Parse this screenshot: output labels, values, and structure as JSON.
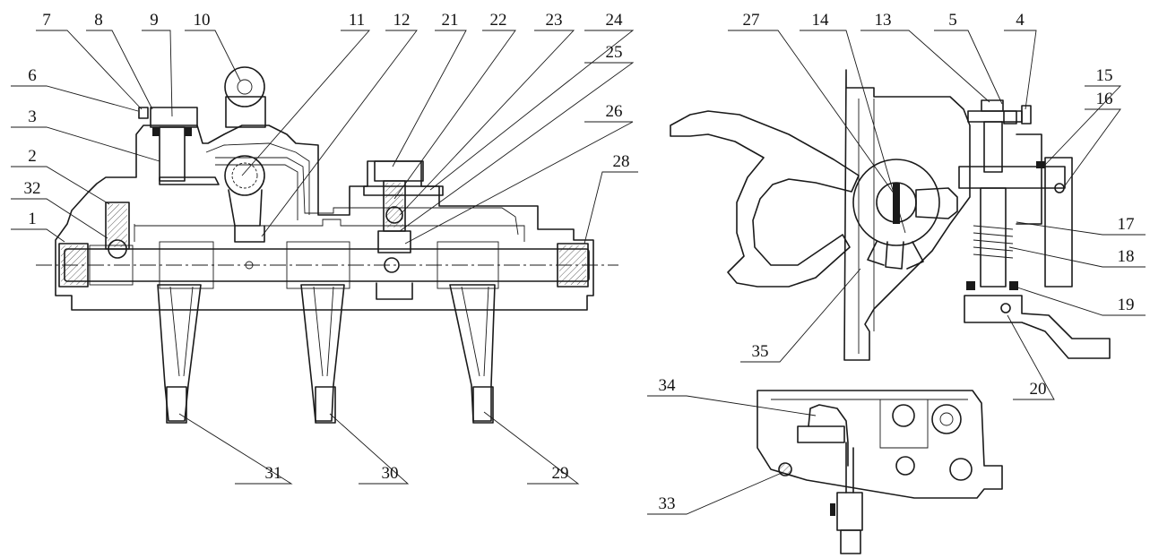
{
  "callouts": [
    {
      "id": "c1",
      "text": "1"
    },
    {
      "id": "c2",
      "text": "2"
    },
    {
      "id": "c3",
      "text": "3"
    },
    {
      "id": "c4",
      "text": "4"
    },
    {
      "id": "c5",
      "text": "5"
    },
    {
      "id": "c6",
      "text": "6"
    },
    {
      "id": "c7",
      "text": "7"
    },
    {
      "id": "c8",
      "text": "8"
    },
    {
      "id": "c9",
      "text": "9"
    },
    {
      "id": "c10",
      "text": "10"
    },
    {
      "id": "c11",
      "text": "11"
    },
    {
      "id": "c12",
      "text": "12"
    },
    {
      "id": "c13",
      "text": "13"
    },
    {
      "id": "c14",
      "text": "14"
    },
    {
      "id": "c15",
      "text": "15"
    },
    {
      "id": "c16",
      "text": "16"
    },
    {
      "id": "c17",
      "text": "17"
    },
    {
      "id": "c18",
      "text": "18"
    },
    {
      "id": "c19",
      "text": "19"
    },
    {
      "id": "c20",
      "text": "20"
    },
    {
      "id": "c21",
      "text": "21"
    },
    {
      "id": "c22",
      "text": "22"
    },
    {
      "id": "c23",
      "text": "23"
    },
    {
      "id": "c24",
      "text": "24"
    },
    {
      "id": "c25",
      "text": "25"
    },
    {
      "id": "c26",
      "text": "26"
    },
    {
      "id": "c27",
      "text": "27"
    },
    {
      "id": "c28",
      "text": "28"
    },
    {
      "id": "c29",
      "text": "29"
    },
    {
      "id": "c30",
      "text": "30"
    },
    {
      "id": "c31",
      "text": "31"
    },
    {
      "id": "c32",
      "text": "32"
    },
    {
      "id": "c33",
      "text": "33"
    },
    {
      "id": "c34",
      "text": "34"
    },
    {
      "id": "c35",
      "text": "35"
    }
  ]
}
